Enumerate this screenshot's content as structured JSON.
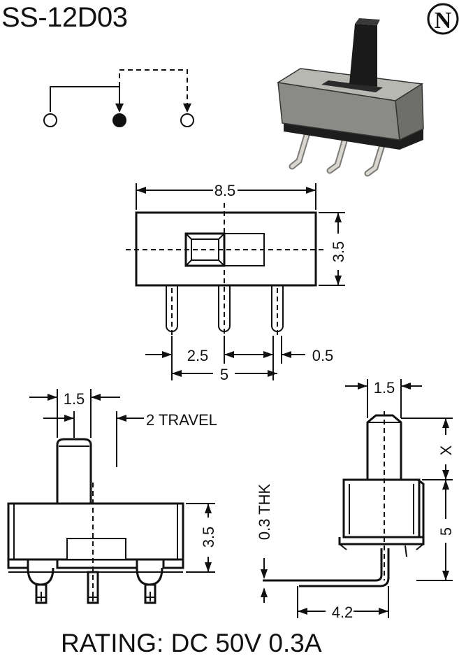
{
  "title": "SS-12D03",
  "logo_letter": "N",
  "rating": "RATING: DC 50V 0.3A",
  "front_view": {
    "width_label": "8.5",
    "height_label": "3.5",
    "pitch_label": "2.5",
    "pin_width_label": "0.5",
    "span_label": "5"
  },
  "side_view": {
    "actuator_width_label": "1.5",
    "travel_label": "2 TRAVEL",
    "height_label": "3.5"
  },
  "end_view": {
    "actuator_width_label": "1.5",
    "actuator_length_label": "X",
    "body_height_label": "5",
    "thickness_label": "0.3 THK",
    "leg_label": "4.2"
  },
  "colors": {
    "ink": "#111111",
    "photo_body": "#8a8a86",
    "photo_top": "#b8b8b2",
    "photo_lever": "#1a1a1a",
    "photo_pin": "#d8d6cf"
  }
}
